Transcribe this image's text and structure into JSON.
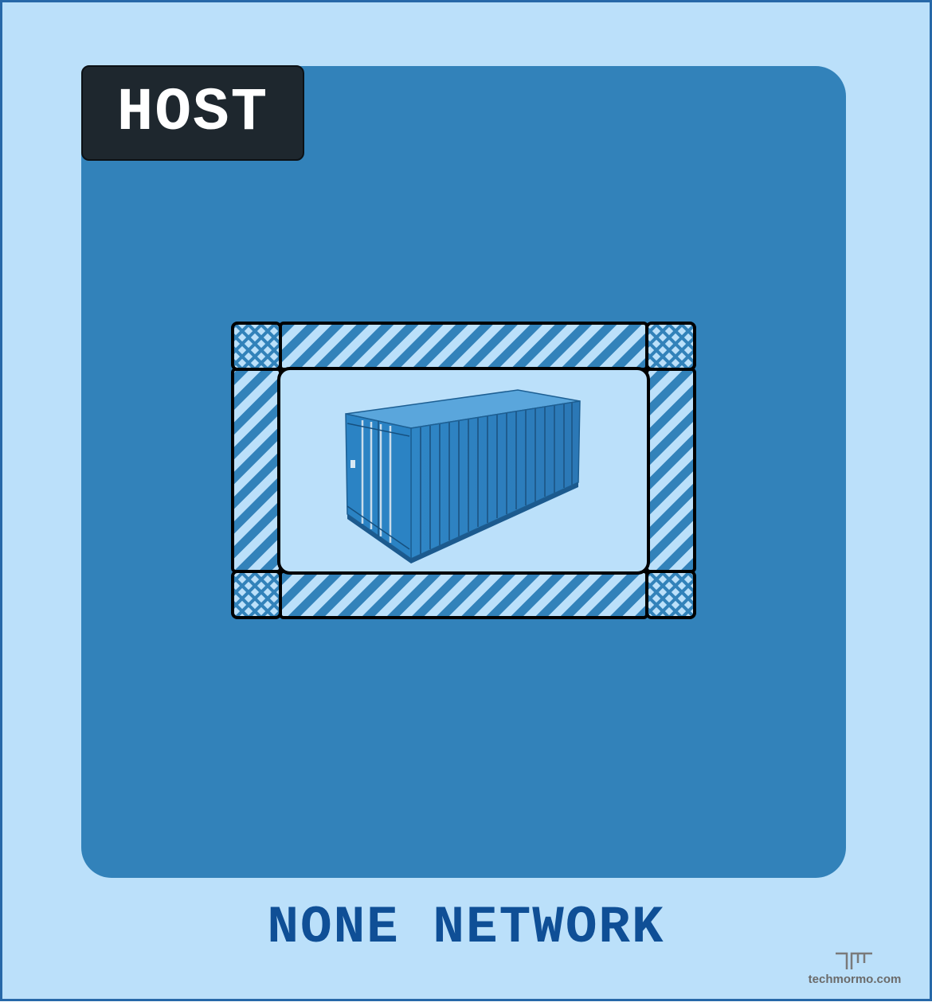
{
  "host_label": "HOST",
  "footer_title": "NONE NETWORK",
  "brand": {
    "name": "techmormo.com",
    "logo_icon": "techmormo-logo-icon"
  },
  "container_icon": "shipping-container-icon",
  "colors": {
    "outer_background": "#bbe0fa",
    "host_background": "#3282ba",
    "label_background": "#1e272e",
    "title_color": "#0f4f96",
    "container_blue": "#2e86c8"
  }
}
